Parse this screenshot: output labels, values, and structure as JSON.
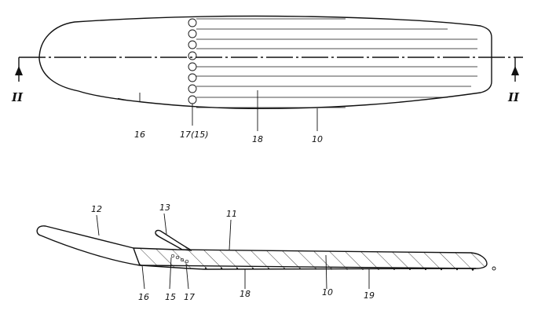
{
  "top_view": {
    "labels": {
      "section_left": "II",
      "section_right": "II",
      "ref_16": "16",
      "ref_17_15": "17(15)",
      "ref_18": "18",
      "ref_10": "10"
    }
  },
  "side_view": {
    "labels": {
      "ref_12": "12",
      "ref_13": "13",
      "ref_11": "11",
      "ref_16": "16",
      "ref_15": "15",
      "ref_17": "17",
      "ref_18": "18",
      "ref_10": "10",
      "ref_19": "19"
    }
  }
}
